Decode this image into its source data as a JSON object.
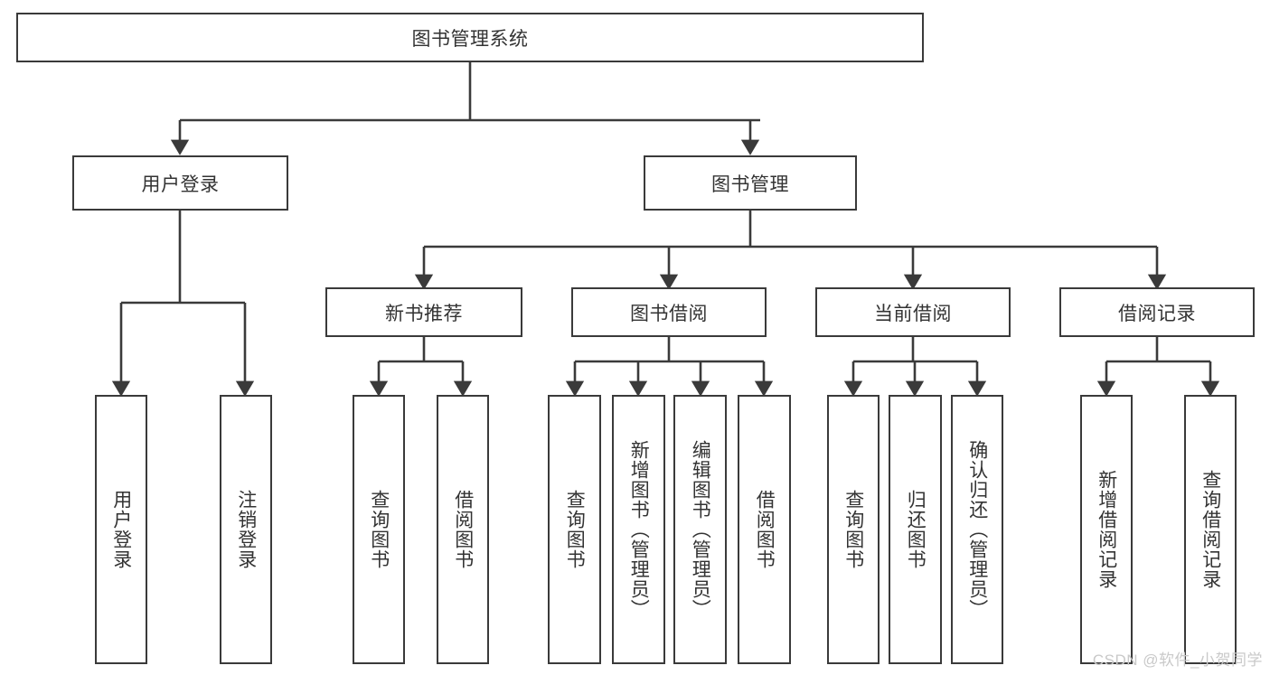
{
  "diagram": {
    "type": "hierarchy-tree",
    "background_color": "#ffffff",
    "line_color": "#3a3a3a",
    "text_color": "#333333",
    "root": {
      "id": "root",
      "label": "图书管理系统",
      "orientation": "horizontal"
    },
    "level2": [
      {
        "id": "user-login",
        "label": "用户登录",
        "orientation": "horizontal"
      },
      {
        "id": "book-management",
        "label": "图书管理",
        "orientation": "horizontal"
      }
    ],
    "level3": [
      {
        "id": "new-book-recommend",
        "label": "新书推荐",
        "orientation": "horizontal"
      },
      {
        "id": "book-borrow",
        "label": "图书借阅",
        "orientation": "horizontal"
      },
      {
        "id": "current-borrow",
        "label": "当前借阅",
        "orientation": "horizontal"
      },
      {
        "id": "borrow-record",
        "label": "借阅记录",
        "orientation": "horizontal"
      }
    ],
    "leaves": {
      "user-login": [
        {
          "id": "leaf-user-login",
          "label": "用户登录"
        },
        {
          "id": "leaf-logout",
          "label": "注销登录"
        }
      ],
      "new-book-recommend": [
        {
          "id": "leaf-query-book-1",
          "label": "查询图书"
        },
        {
          "id": "leaf-borrow-book-1",
          "label": "借阅图书"
        }
      ],
      "book-borrow": [
        {
          "id": "leaf-query-book-2",
          "label": "查询图书"
        },
        {
          "id": "leaf-add-book",
          "label": "新增图书（管理员）"
        },
        {
          "id": "leaf-edit-book",
          "label": "编辑图书（管理员）"
        },
        {
          "id": "leaf-borrow-book-2",
          "label": "借阅图书"
        }
      ],
      "current-borrow": [
        {
          "id": "leaf-query-book-3",
          "label": "查询图书"
        },
        {
          "id": "leaf-return-book",
          "label": "归还图书"
        },
        {
          "id": "leaf-confirm-return",
          "label": "确认归还（管理员）"
        }
      ],
      "borrow-record": [
        {
          "id": "leaf-add-record",
          "label": "新增借阅记录"
        },
        {
          "id": "leaf-query-record",
          "label": "查询借阅记录"
        }
      ]
    }
  },
  "watermark": {
    "text": "CSDN @软件_小贺同学"
  }
}
